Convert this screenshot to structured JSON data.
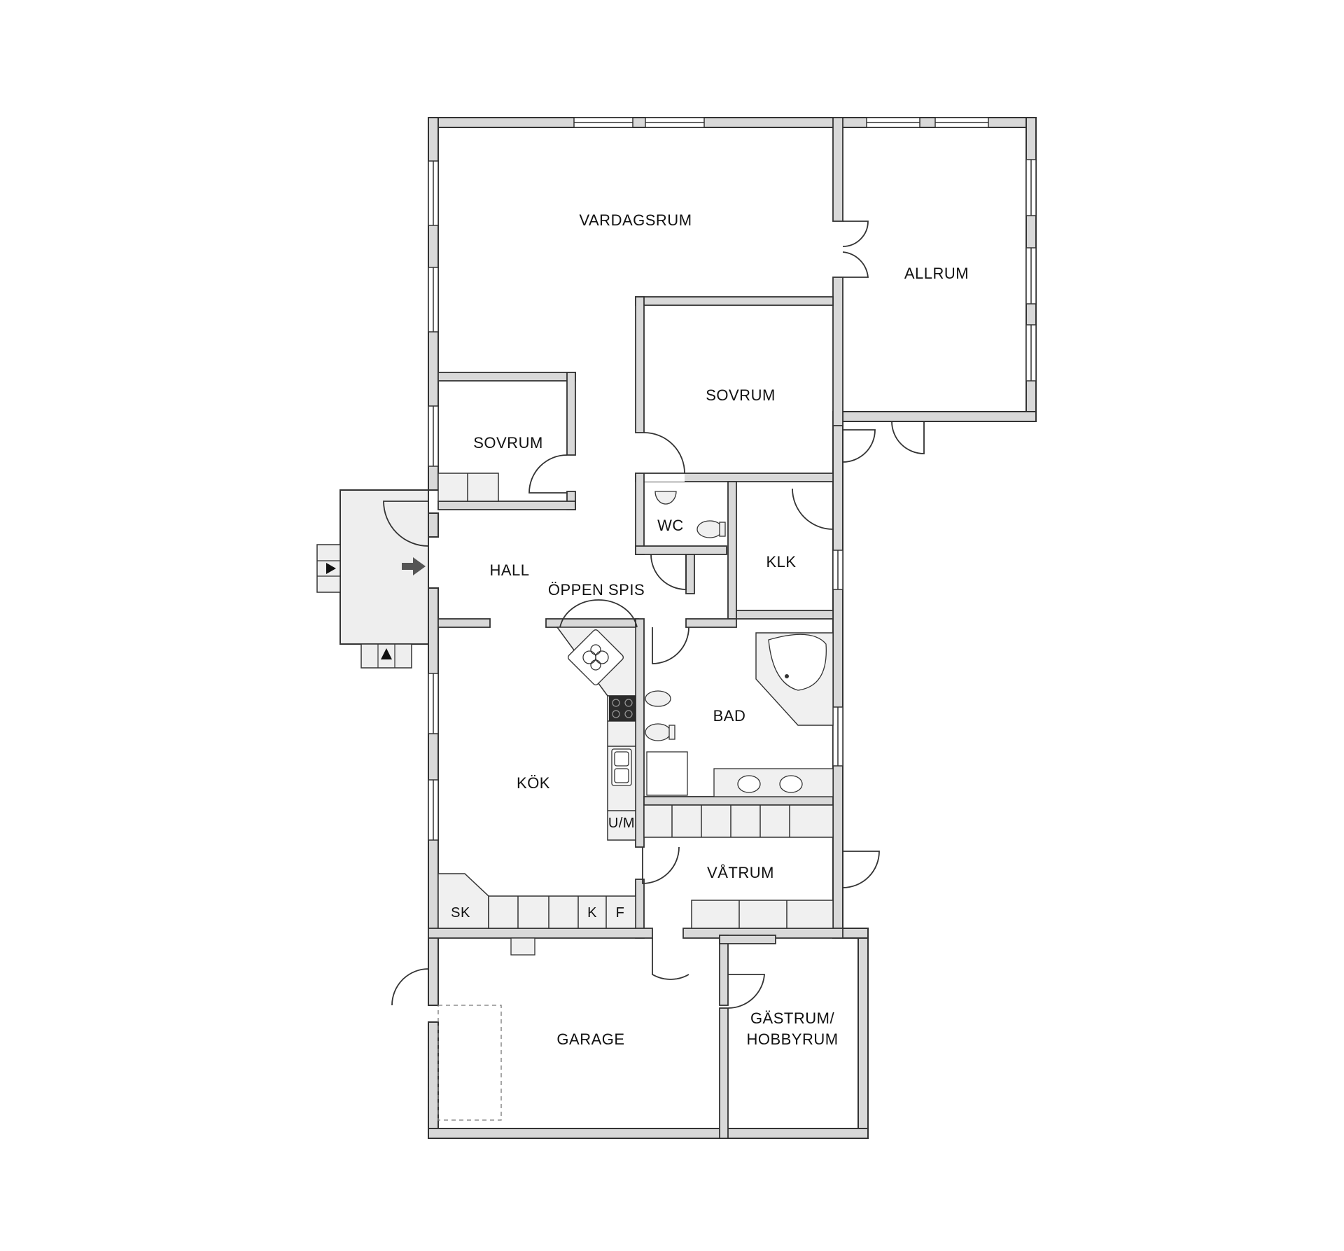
{
  "colors": {
    "wall_fill": "#d9d9d9",
    "wall_stroke": "#333333",
    "floor": "#ffffff",
    "porch": "#eeeeee",
    "fixture": "#f0f0f0",
    "stove": "#2b2b2b",
    "text": "#111111"
  },
  "rooms": {
    "vardagsrum": "VARDAGSRUM",
    "allrum": "ALLRUM",
    "sovrum_big": "SOVRUM",
    "sovrum_small": "SOVRUM",
    "wc": "WC",
    "klk": "KLK",
    "hall": "HALL",
    "oppen_spis": "ÖPPEN SPIS",
    "bad": "BAD",
    "kok": "KÖK",
    "vatrum": "VÅTRUM",
    "garage": "GARAGE",
    "gastrum_line1": "GÄSTRUM/",
    "gastrum_line2": "HOBBYRUM"
  },
  "fixtures": {
    "um": "U/M",
    "sk": "SK",
    "k": "K",
    "f": "F"
  },
  "icons": [
    "entrance-arrow-icon",
    "door-swing-icon",
    "window-icon",
    "stove-icon",
    "sink-icon",
    "toilet-icon",
    "bathtub-icon",
    "shower-icon"
  ]
}
